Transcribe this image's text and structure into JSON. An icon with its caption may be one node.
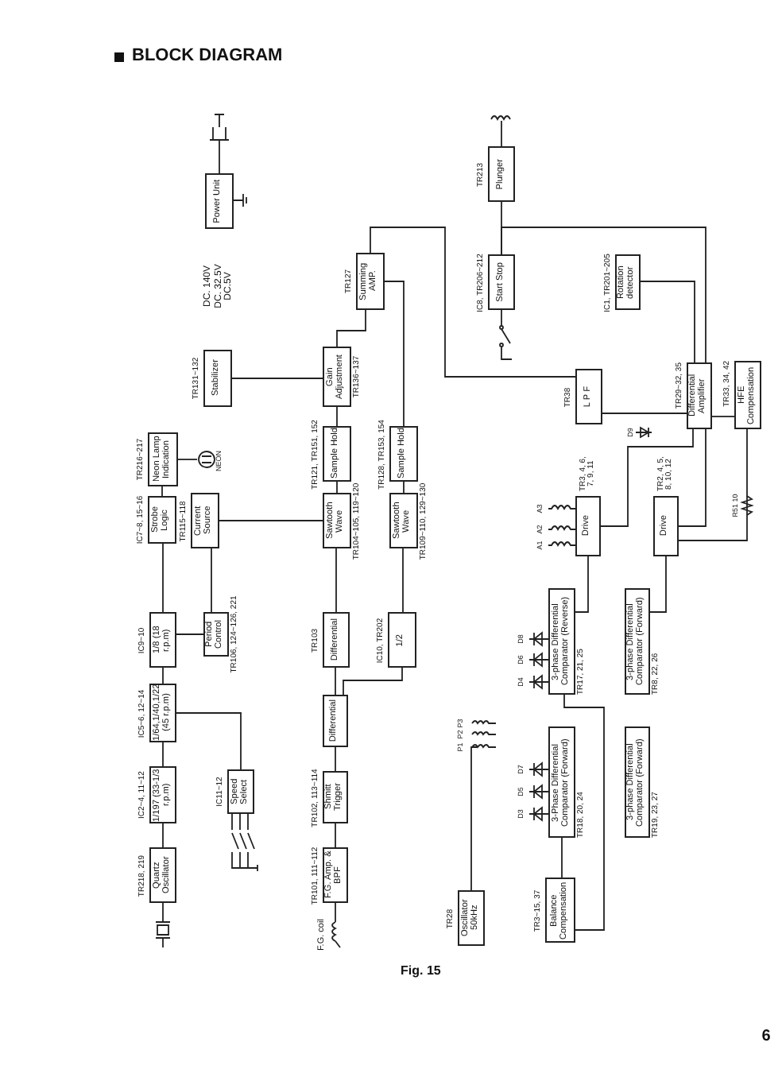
{
  "diagram": {
    "title": "BLOCK DIAGRAM",
    "caption": "Fig. 15",
    "nodes": [
      {
        "text": [
          "Power Unit"
        ]
      },
      {
        "text": [
          "Summing AMP."
        ],
        "beside": [
          "TR127"
        ]
      },
      {
        "text": [
          "Stabilizer"
        ],
        "beside": [
          "TR131~132"
        ]
      },
      {
        "text": [
          "Gain Adjustment"
        ],
        "beside": [
          "TR136~137"
        ]
      },
      {
        "text": [
          "Neon Lamp Indication"
        ],
        "beside": [
          "TR216~217"
        ]
      },
      {
        "text": [
          "Sample Hold"
        ],
        "beside": [
          "TR121, TR151, 152"
        ]
      },
      {
        "text": [
          "Sample Hold"
        ],
        "beside": [
          "TR128, TR153, 154"
        ]
      },
      {
        "text": [
          "Strobe Logic"
        ],
        "beside": [
          "IC7~8, 15~16"
        ]
      },
      {
        "text": [
          "Current Source"
        ],
        "beside": [
          "TR115~118"
        ]
      },
      {
        "text": [
          "Sawtooth Wave"
        ],
        "beside": [
          "TR104~105, 119~120"
        ]
      },
      {
        "text": [
          "Sawtooth Wave"
        ],
        "beside": [
          "TR109~110, 129~130"
        ]
      },
      {
        "text": [
          "1/8 (18 r.p.m)"
        ],
        "beside": [
          "IC9~10"
        ]
      },
      {
        "text": [
          "Period Control"
        ],
        "beside": [
          "TR106, 124~126, 221"
        ]
      },
      {
        "text": [
          "Differential"
        ],
        "beside": [
          "TR103"
        ]
      },
      {
        "text": [
          "1/2"
        ],
        "beside": [
          "IC10, TR202"
        ]
      },
      {
        "text": [
          "1/64,1/40,1/22 (45 r.p.m)"
        ],
        "beside": [
          "IC5~6, 12~14"
        ]
      },
      {
        "text": [
          "Differential"
        ]
      },
      {
        "text": [
          "1/197 (33-1/3 r.p.m)"
        ],
        "beside": [
          "IC2~4, 11~12"
        ]
      },
      {
        "text": [
          "Speed Select"
        ],
        "beside": [
          "IC11~12"
        ]
      },
      {
        "text": [
          "Shmitt Trigger"
        ],
        "beside": [
          "TR102, 113~114"
        ]
      },
      {
        "text": [
          "Quartz Oscillator"
        ],
        "beside": [
          "TR218, 219"
        ]
      },
      {
        "text": [
          "F.G. Amp. & BPF"
        ],
        "beside": [
          "TR101, 111~112"
        ]
      },
      {
        "text": [
          "Plunger"
        ],
        "beside": [
          "TR213"
        ]
      },
      {
        "text": [
          "Start Stop"
        ],
        "beside": [
          "IC8, TR206~212"
        ]
      },
      {
        "text": [
          "Rotation detector"
        ],
        "beside": [
          "IC1, TR201~205"
        ]
      },
      {
        "text": [
          "L P F"
        ],
        "beside": [
          "TR38"
        ]
      },
      {
        "text": [
          "Differential Amplifier"
        ],
        "beside": [
          "TR29~32, 35"
        ]
      },
      {
        "text": [
          "HFE Compensation"
        ],
        "beside": [
          "TR33, 34, 42"
        ]
      },
      {
        "text": [
          "Drive"
        ],
        "beside": [
          "TR3, 4, 6, 7, 9, 11"
        ]
      },
      {
        "text": [
          "Drive"
        ],
        "beside": [
          "TR2, 4, 5, 8, 10, 12"
        ]
      },
      {
        "text": [
          "3-phase Differential Comparator (Reverse)"
        ],
        "beside": [
          "TR17, 21, 25"
        ]
      },
      {
        "text": [
          "3-phase Differential Comparator (Forward)"
        ],
        "beside": [
          "TR8, 22, 26"
        ]
      },
      {
        "text": [
          "3-Phase Differential Comparator (Forward)"
        ],
        "beside": [
          "TR18, 20, 24"
        ]
      },
      {
        "text": [
          "3-phase Differential Comparator (Forward)"
        ],
        "beside": [
          "TR19, 23, 27"
        ]
      },
      {
        "text": [
          "Oscillator 50kHz"
        ],
        "beside": [
          "TR28"
        ]
      },
      {
        "text": [
          "Balance Compensation"
        ],
        "beside": [
          "TR3~15, 37"
        ]
      }
    ],
    "edges": [
      {
        "from": 20,
        "to": 17,
        "arrow": "none"
      },
      {
        "from": 17,
        "to": 15,
        "arrow": "none"
      },
      {
        "from": 15,
        "to": 11,
        "arrow": "none"
      },
      {
        "from": 11,
        "to": 7,
        "arrow": "none"
      },
      {
        "from": 7,
        "to": 4,
        "arrow": "none"
      },
      {
        "from": 18,
        "to": 15,
        "arrow": "none"
      },
      {
        "from": 11,
        "to": 12,
        "arrow": "none"
      },
      {
        "from": 12,
        "to": 8,
        "arrow": "none"
      },
      {
        "from": 8,
        "to": 9,
        "arrow": "none"
      },
      {
        "from": 21,
        "to": 19,
        "arrow": "none"
      },
      {
        "from": 19,
        "to": 16,
        "arrow": "none"
      },
      {
        "from": 16,
        "to": 13,
        "arrow": "none"
      },
      {
        "from": 13,
        "to": 9,
        "arrow": "none"
      },
      {
        "from": 16,
        "to": 14,
        "arrow": "none"
      },
      {
        "from": 14,
        "to": 10,
        "arrow": "none"
      },
      {
        "from": 9,
        "to": 5,
        "arrow": "none"
      },
      {
        "from": 10,
        "to": 6,
        "arrow": "none"
      },
      {
        "from": 5,
        "to": 3,
        "arrow": "none"
      },
      {
        "from": 3,
        "to": 1,
        "arrow": "none"
      },
      {
        "from": 6,
        "to": 1,
        "arrow": "none"
      },
      {
        "from": 2,
        "to": 3,
        "arrow": "none"
      },
      {
        "from": 1,
        "to": 25,
        "arrow": "none"
      },
      {
        "from": 25,
        "to": 26,
        "arrow": "none"
      },
      {
        "from": 26,
        "to": 27,
        "arrow": "none"
      },
      {
        "from": 24,
        "to": 26,
        "arrow": "none"
      },
      {
        "from": 23,
        "to": 22,
        "arrow": "none"
      },
      {
        "from": 23,
        "to": 26,
        "arrow": "none"
      },
      {
        "from": 26,
        "to": 28,
        "arrow": "none"
      },
      {
        "from": 26,
        "to": 29,
        "arrow": "none"
      },
      {
        "from": 27,
        "to": 29,
        "arrow": "none"
      },
      {
        "from": 28,
        "to": 30,
        "arrow": "none"
      },
      {
        "from": 29,
        "to": 31,
        "arrow": "none"
      },
      {
        "from": 35,
        "to": 32,
        "arrow": "none"
      },
      {
        "from": 35,
        "to": 30,
        "arrow": "none"
      }
    ],
    "labels": [
      "DC. 140V",
      "DC. 32.5V",
      "DC.5V",
      "NEON",
      "F.G. coil",
      "D9",
      "D8",
      "D6",
      "D4",
      "D7",
      "D5",
      "D3",
      "A3",
      "A2",
      "A1",
      "P3",
      "P2",
      "P1",
      "R51 10",
      "6"
    ]
  }
}
